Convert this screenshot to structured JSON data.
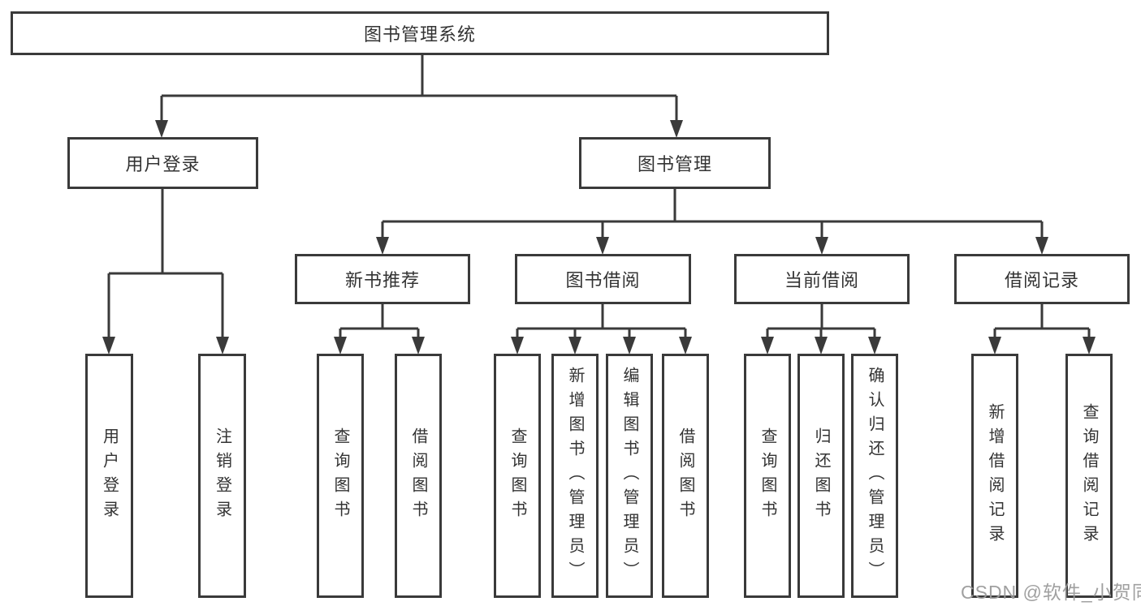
{
  "diagram": {
    "tree": {
      "label": "图书管理系统",
      "children": [
        {
          "label": "用户登录",
          "children": [
            {
              "label": "用户登录"
            },
            {
              "label": "注销登录"
            }
          ]
        },
        {
          "label": "图书管理",
          "children": [
            {
              "label": "新书推荐",
              "children": [
                {
                  "label": "查询图书"
                },
                {
                  "label": "借阅图书"
                }
              ]
            },
            {
              "label": "图书借阅",
              "children": [
                {
                  "label": "查询图书"
                },
                {
                  "label": "新增图书（管理员）"
                },
                {
                  "label": "编辑图书（管理员）"
                },
                {
                  "label": "借阅图书"
                }
              ]
            },
            {
              "label": "当前借阅",
              "children": [
                {
                  "label": "查询图书"
                },
                {
                  "label": "归还图书"
                },
                {
                  "label": "确认归还（管理员）"
                }
              ]
            },
            {
              "label": "借阅记录",
              "children": [
                {
                  "label": "新增借阅记录"
                },
                {
                  "label": "查询借阅记录"
                }
              ]
            }
          ]
        }
      ]
    }
  },
  "watermark": {
    "text": "CSDN @软件_小贺同学"
  },
  "colors": {
    "line": "#3a3a3a",
    "text": "#333333",
    "background": "#ffffff",
    "watermark": "#9b9b9b"
  }
}
